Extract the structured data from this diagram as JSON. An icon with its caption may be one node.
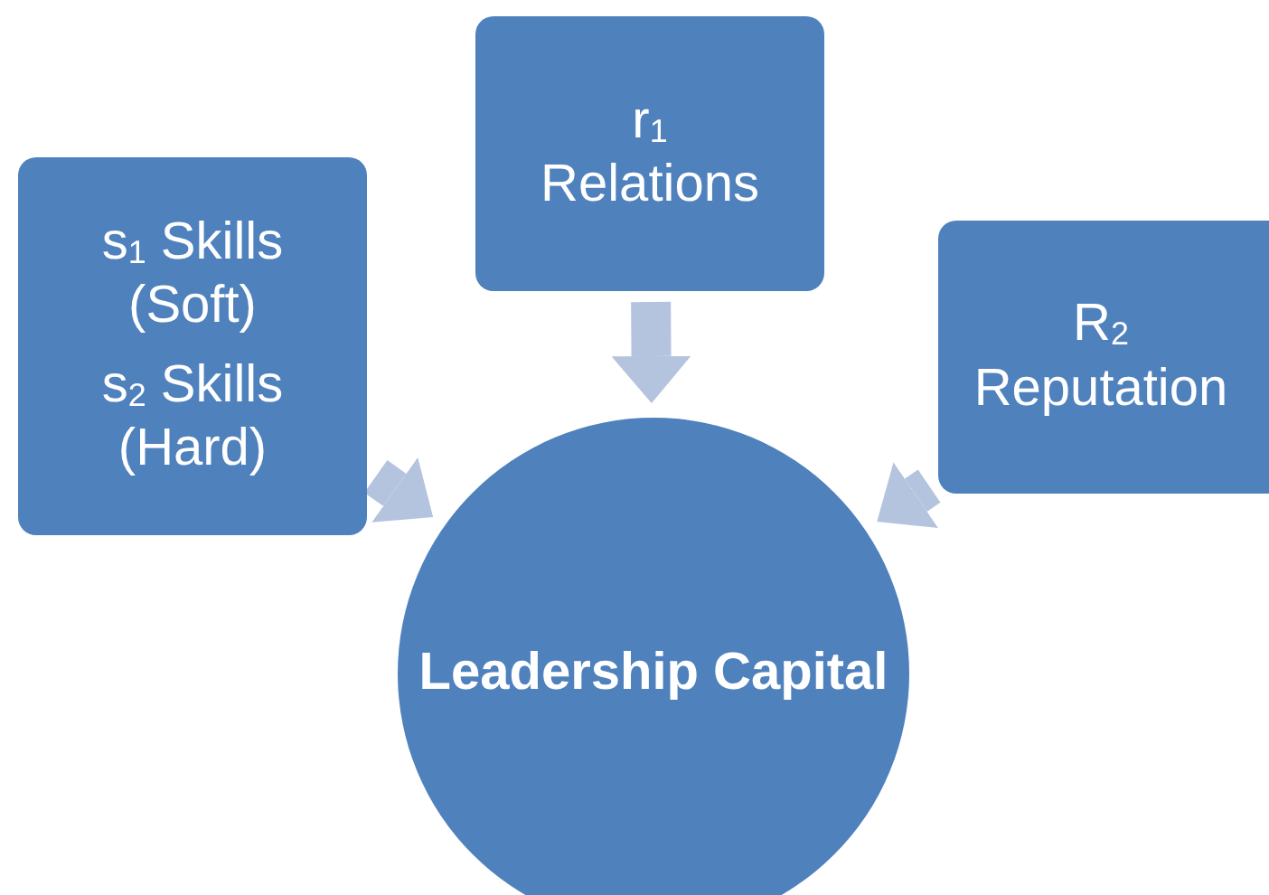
{
  "diagram": {
    "nodes": [
      {
        "text": [
          "s$_{1}$ Skills (Soft)",
          "s$_{2}$ Skills (Hard)"
        ]
      },
      {
        "text": [
          "r$_{1}$ Relations"
        ]
      },
      {
        "text": [
          "R$_{2}$ Reputation"
        ]
      },
      {
        "text": [
          "Leadership Capital"
        ]
      }
    ],
    "edges": [
      {
        "from": 0,
        "to": 3,
        "arrow": "to"
      },
      {
        "from": 1,
        "to": 3,
        "arrow": "to"
      },
      {
        "from": 2,
        "to": 3,
        "arrow": "to"
      }
    ]
  }
}
